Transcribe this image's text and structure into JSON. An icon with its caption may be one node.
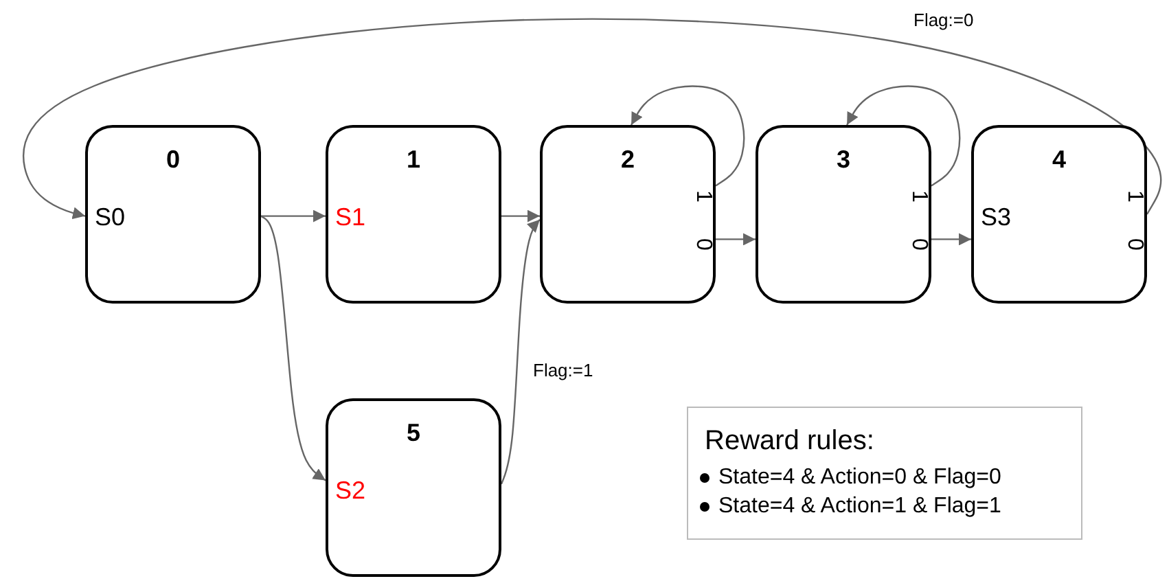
{
  "diagram": {
    "nodes": [
      {
        "text": [
          "0",
          "S0"
        ]
      },
      {
        "text": [
          "1",
          "S1"
        ]
      },
      {
        "text": [
          "2",
          "1",
          "0"
        ]
      },
      {
        "text": [
          "3",
          "1",
          "0"
        ]
      },
      {
        "text": [
          "4",
          "S3",
          "1",
          "0"
        ]
      },
      {
        "text": [
          "5",
          "S2"
        ]
      },
      {
        "text": [
          "Reward rules:",
          "State=4 & Action=0 & Flag=0",
          "State=4 & Action=1 & Flag=1"
        ]
      }
    ],
    "edges": [
      {
        "from": 0,
        "to": 1,
        "arrow": "to"
      },
      {
        "from": 0,
        "to": 5,
        "arrow": "to"
      },
      {
        "from": 1,
        "to": 2,
        "arrow": "to"
      },
      {
        "from": 5,
        "to": 2,
        "arrow": "to",
        "label": "Flag:=1"
      },
      {
        "from": 2,
        "to": 2,
        "arrow": "to"
      },
      {
        "from": 2,
        "to": 3,
        "arrow": "to"
      },
      {
        "from": 3,
        "to": 3,
        "arrow": "to"
      },
      {
        "from": 3,
        "to": 4,
        "arrow": "to"
      },
      {
        "from": 4,
        "to": 0,
        "arrow": "to",
        "label": "Flag:=0"
      }
    ]
  }
}
